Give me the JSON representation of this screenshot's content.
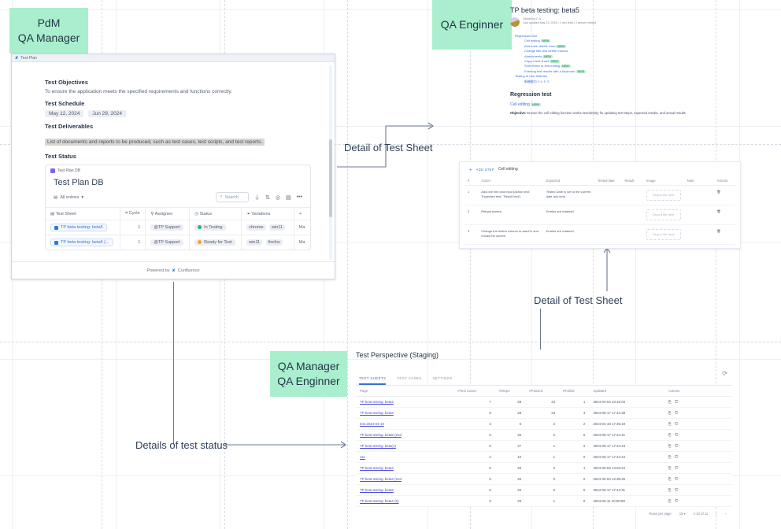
{
  "stickies": [
    {
      "name": "sticky-pdm-qa-manager",
      "lines": [
        "PdM",
        "QA Manager"
      ],
      "color": "#a9efcd"
    },
    {
      "name": "sticky-qa-engineer",
      "lines": [
        "QA Enginner"
      ],
      "color": "#a9efcd"
    },
    {
      "name": "sticky-qa-manager-engineer",
      "lines": [
        "QA Manager",
        "QA Enginner"
      ],
      "color": "#a9efcd"
    }
  ],
  "annotations": [
    {
      "label": "Detail of Test Sheet"
    },
    {
      "label": "Detail of Test Sheet"
    },
    {
      "label": "Details of test status"
    }
  ],
  "test_plan_window": {
    "title": "Test Plan",
    "logo": "confluence-logo",
    "sections": [
      {
        "heading": "Test Objectives",
        "body": "To ensure the application meets the specified requirements and functions correctly."
      },
      {
        "heading": "Test Schedule",
        "dates": [
          "May 12, 2024",
          "Jun 29, 2024"
        ]
      },
      {
        "heading": "Test Deliverables",
        "highlight": "List of documents and reports to be produced, such as test cases, test scripts, and test reports."
      },
      {
        "heading": "Test Status"
      }
    ],
    "db": {
      "chip_label": "Test Plan DB",
      "title": "Test Plan DB",
      "entries_label": "All entries",
      "search_placeholder": "Search",
      "tools": [
        "filter-icon",
        "sort-icon",
        "view-icon",
        "layout-icon",
        "more-icon"
      ],
      "columns": [
        "Test Sheet",
        "Cycle",
        "Assignee",
        "Status",
        "Variations",
        "+"
      ],
      "rows": [
        {
          "sheet": "TP beta testing: beta5",
          "cycle": "1",
          "assignee": "@TP Support",
          "status": "In Testing",
          "status_color": "#2bb673",
          "variations": [
            "chrome",
            "win11"
          ],
          "extra": "Ma"
        },
        {
          "sheet": "TP beta testing: beta5 (...",
          "cycle": "1",
          "assignee": "@TP Support",
          "status": "Ready for Test",
          "status_color": "#f5a623",
          "variations": [
            "win11",
            "firefox"
          ],
          "extra": "Ma"
        }
      ]
    },
    "footer": "Powered by",
    "footer_brand": "Confluence"
  },
  "page_beta5": {
    "title": "TP beta testing: beta5",
    "owner": "Owned by C A ...",
    "meta": "Last updated May 12, 2024 • 1 min read • 1 person viewed",
    "toc": [
      {
        "text": "Regression test",
        "level": 1,
        "badge": ""
      },
      {
        "text": "Cell editing",
        "level": 2,
        "badge": "NEW"
      },
      {
        "text": "Add rows, delete rows",
        "level": 2,
        "badge": "NEW"
      },
      {
        "text": "Change title and delete macros",
        "level": 2,
        "badge": ""
      },
      {
        "text": "Attachments",
        "level": 2,
        "badge": "NEW"
      },
      {
        "text": "Copy a test sheet",
        "level": 2,
        "badge": "NEW"
      },
      {
        "text": "Shift+Enter to end editing",
        "level": 2,
        "badge": "NEW"
      },
      {
        "text": "Entering test results with a keyboard",
        "level": 2,
        "badge": "NEW"
      },
      {
        "text": "Testing of new features",
        "level": 1,
        "badge": ""
      },
      {
        "text": "新機能のトレトリ",
        "level": 2,
        "badge": ""
      }
    ],
    "section_heading": "Regression test",
    "sub_heading": "Cell editing",
    "sub_badge": "NEW",
    "objective_label": "Objective:",
    "objective_text": "Ensure the cell editing function works seamlessly for updating test steps, expected results, and actual results"
  },
  "test_sheet": {
    "add_step": "ADD STEP",
    "name": "Cell editing",
    "columns": [
      "#",
      "Action",
      "Expected",
      "Tested date",
      "Result",
      "Image",
      "Note",
      "Actions"
    ],
    "drop_placeholder": "Drop a file here",
    "rows": [
      {
        "n": "1",
        "action": "Add one line and input [Action test', 'Expected test', 'Result test']",
        "expected": "Tested Date is set to the current date and time.",
        "tested_date": "",
        "result": "",
        "note": ""
      },
      {
        "n": "2",
        "action": "Reload screen.",
        "expected": "Entries are retained.",
        "tested_date": "",
        "result": "",
        "note": ""
      },
      {
        "n": "3",
        "action": "Change the Action column to aaa111 and reload the screen.",
        "expected": "Entries are retained.",
        "tested_date": "",
        "result": "",
        "note": ""
      }
    ]
  },
  "test_perspective": {
    "title": "Test Perspective (Staging)",
    "reload_icon": "reload-icon",
    "tabs": [
      {
        "label": "TEST SHEETS",
        "active": true
      },
      {
        "label": "TEST CASES",
        "active": false
      },
      {
        "label": "SETTINGS",
        "active": false
      }
    ],
    "columns": [
      "Page",
      "#Test Cases",
      "#Steps",
      "#Passed",
      "#Failed",
      "Updated",
      "Actions"
    ],
    "rows": [
      {
        "page": "TP beta testing: beta2",
        "cases": "7",
        "steps": "28",
        "passed": "23",
        "failed": "1",
        "updated": "2024-04-03 10:16:03"
      },
      {
        "page": "TP beta testing: beta3",
        "cases": "8",
        "steps": "28",
        "passed": "23",
        "failed": "4",
        "updated": "2024-05-17 17:44:38"
      },
      {
        "page": "test 2024-04-19",
        "cases": "3",
        "steps": "6",
        "passed": "2",
        "failed": "2",
        "updated": "2024-04-19 17:35:19"
      },
      {
        "page": "TP beta testing: beta5 (2nd",
        "cases": "6",
        "steps": "25",
        "passed": "2",
        "failed": "0",
        "updated": "2024-05-17 17:44:41"
      },
      {
        "page": "TP beta testing: beta(4)",
        "cases": "6",
        "steps": "27",
        "passed": "1",
        "failed": "2",
        "updated": "2024-05-17 17:44:43"
      },
      {
        "page": "111",
        "cases": "2",
        "steps": "10",
        "passed": "1",
        "failed": "0",
        "updated": "2024-05-17 17:44:44"
      },
      {
        "page": "TP beta testing: beta4",
        "cases": "8",
        "steps": "26",
        "passed": "2",
        "failed": "1",
        "updated": "2024-05-03 13:53:24"
      },
      {
        "page": "TP beta testing: beta4 (2nd",
        "cases": "6",
        "steps": "25",
        "passed": "0",
        "failed": "0",
        "updated": "2024-05-03 12:35:25"
      },
      {
        "page": "TP beta testing: beta5",
        "cases": "6",
        "steps": "20",
        "passed": "0",
        "failed": "0",
        "updated": "2024-05-17 17:44:31"
      },
      {
        "page": "TP beta testing: beta4 (2)",
        "cases": "8",
        "steps": "28",
        "passed": "1",
        "failed": "0",
        "updated": "2024-05-11 10:50:59"
      }
    ],
    "rows_per_page_label": "Rows per page",
    "rows_per_page_value": "10",
    "range_label": "1-10 of 11"
  }
}
